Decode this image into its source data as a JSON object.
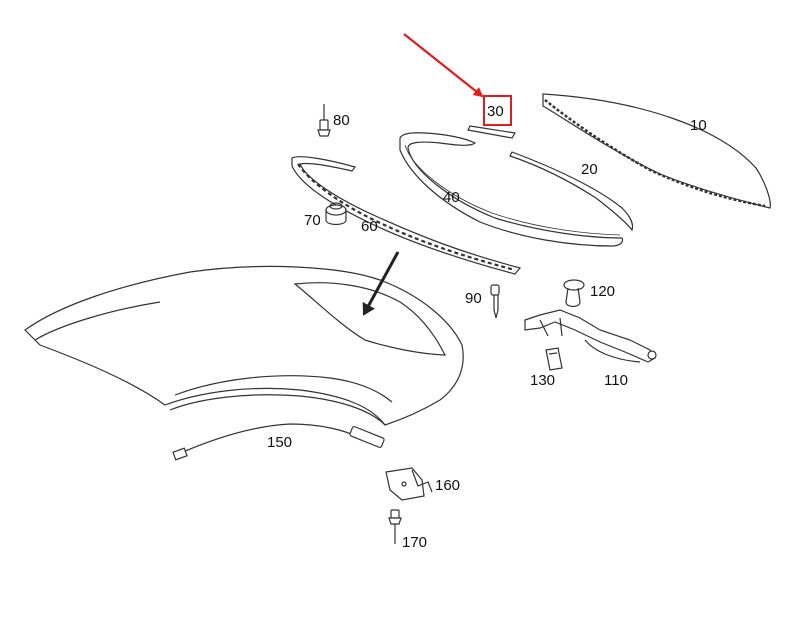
{
  "diagram": {
    "labels": {
      "p10": "10",
      "p20": "20",
      "p30": "30",
      "p40": "40",
      "p60": "60",
      "p70": "70",
      "p80": "80",
      "p90": "90",
      "p110": "110",
      "p120": "120",
      "p130": "130",
      "p150": "150",
      "p160": "160",
      "p170": "170"
    },
    "highlighted_part": "30",
    "colors": {
      "line": "#333333",
      "highlight": "#e21b1b",
      "background": "#ffffff"
    }
  }
}
